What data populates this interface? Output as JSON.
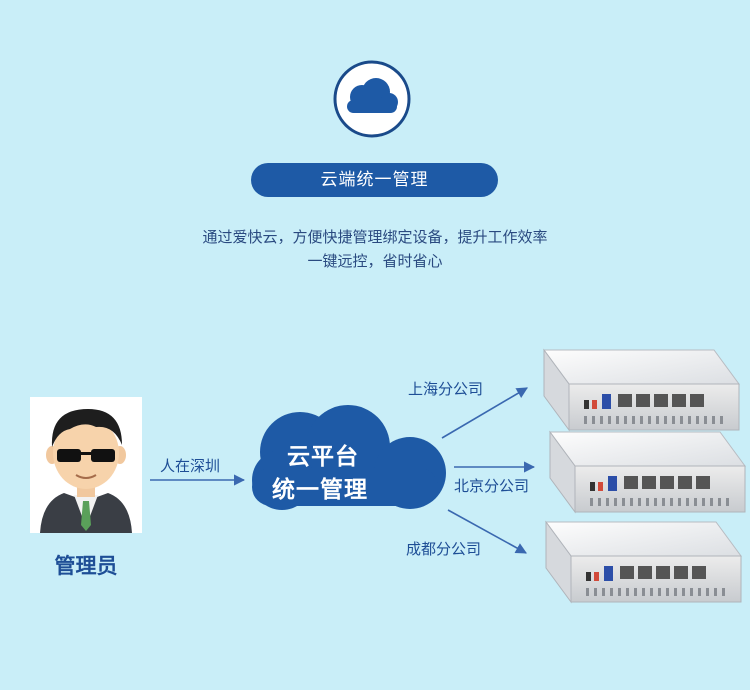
{
  "header": {
    "title": "云端统一管理",
    "description_line1": "通过爱快云，方便快捷管理绑定设备，提升工作效率",
    "description_line2": "一键远控，省时省心"
  },
  "admin": {
    "label": "管理员"
  },
  "cloud": {
    "line1": "云平台",
    "line2": "统一管理"
  },
  "edges": {
    "to_cloud": "人在深圳",
    "shanghai": "上海分公司",
    "beijing": "北京分公司",
    "chengdu": "成都分公司"
  },
  "colors": {
    "background": "#c9eef8",
    "primary": "#1e5aa6",
    "text": "#1e4e96"
  }
}
